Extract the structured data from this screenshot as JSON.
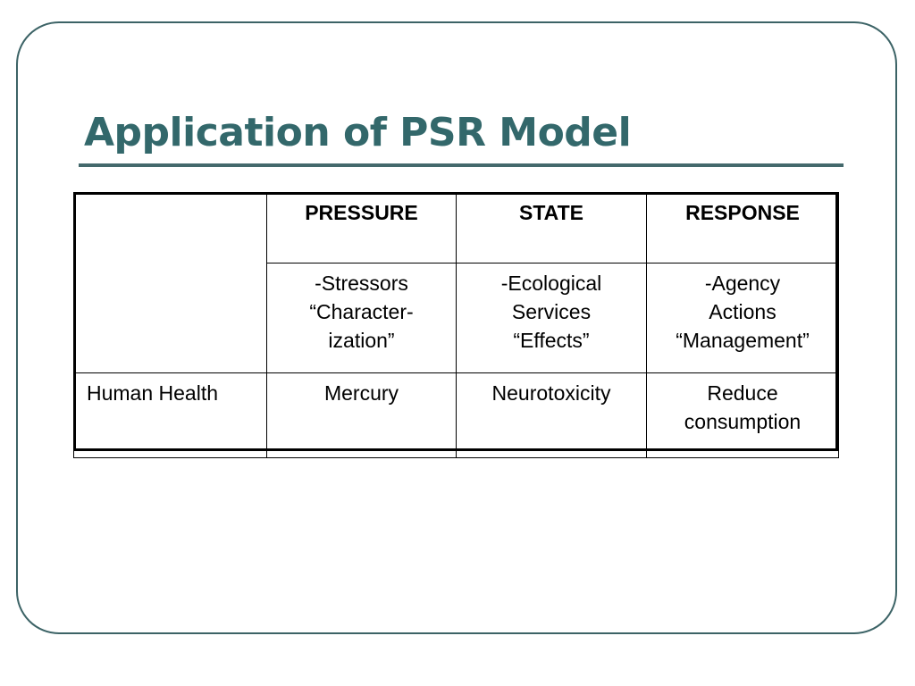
{
  "slide": {
    "title": "Application of PSR Model",
    "accent_color": "#33686b",
    "frame_color": "#3c6366",
    "rule_color": "#44696c",
    "background_color": "#ffffff",
    "table_border_color": "#000000"
  },
  "table": {
    "columns": [
      "",
      "PRESSURE",
      "STATE",
      "RESPONSE"
    ],
    "rows": [
      {
        "label": "",
        "pressure": {
          "line1": "-Stressors",
          "line2": "“Character-",
          "line3": "ization”"
        },
        "state": {
          "line1": "-Ecological",
          "line2": "Services",
          "line3": "“Effects”"
        },
        "response": {
          "line1": "-Agency",
          "line2": "Actions",
          "line3": "“Management”"
        }
      },
      {
        "label": "Human Health",
        "pressure": {
          "line1": "Mercury",
          "line2": "",
          "line3": ""
        },
        "state": {
          "line1": "Neurotoxicity",
          "line2": "",
          "line3": ""
        },
        "response": {
          "line1": "Reduce",
          "line2": "consumption",
          "line3": ""
        }
      }
    ]
  }
}
